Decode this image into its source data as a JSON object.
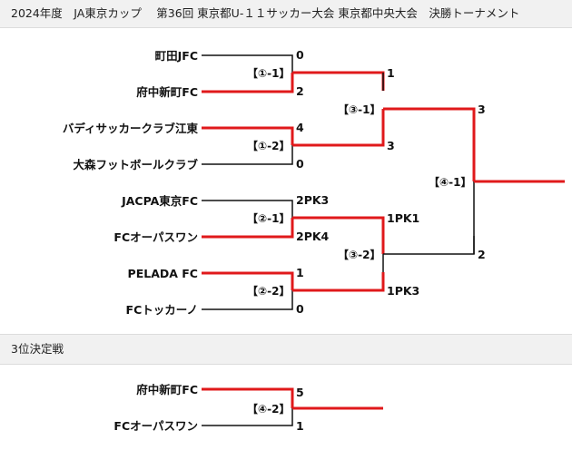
{
  "page": {
    "title": "2024年度　JA東京カップ　 第36回 東京都U-１１サッカー大会 東京都中央大会　決勝トーナメント",
    "third_place_header": "3位決定戦"
  },
  "bracket": {
    "teams": {
      "t1": "町田JFC",
      "t2": "府中新町FC",
      "t3": "バディサッカークラブ江東",
      "t4": "大森フットボールクラブ",
      "t5": "JACPA東京FC",
      "t6": "FCオーパスワン",
      "t7": "PELADA FC",
      "t8": "FCトッカーノ"
    },
    "matches": {
      "m1": {
        "label": "【①-1】",
        "top_score": "0",
        "bottom_score": "2"
      },
      "m2": {
        "label": "【①-2】",
        "top_score": "4",
        "bottom_score": "0"
      },
      "m3": {
        "label": "【②-1】",
        "top_score": "2PK3",
        "bottom_score": "2PK4"
      },
      "m4": {
        "label": "【②-2】",
        "top_score": "1",
        "bottom_score": "0"
      },
      "m5": {
        "label": "【③-1】",
        "top_score": "1",
        "bottom_score": "3"
      },
      "m6": {
        "label": "【③-2】",
        "top_score": "1PK1",
        "bottom_score": "1PK3"
      },
      "m7": {
        "label": "【④-1】",
        "top_score": "3",
        "bottom_score": "2"
      }
    }
  },
  "third_place": {
    "teams": {
      "top": "府中新町FC",
      "bottom": "FCオーパスワン"
    },
    "match": {
      "label": "【④-2】",
      "top_score": "5",
      "bottom_score": "1"
    }
  },
  "colors": {
    "win_line": "#e0191b",
    "line": "#111111",
    "header_bg": "#f1f1f1"
  }
}
